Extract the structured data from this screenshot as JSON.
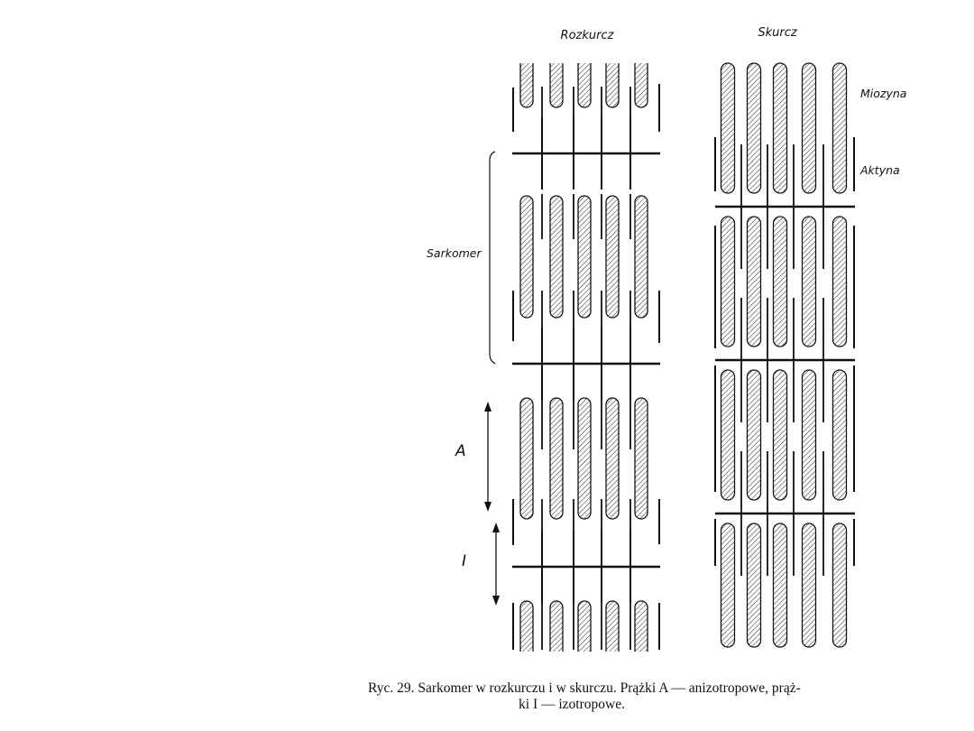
{
  "labels": {
    "relaxed": "Rozkurcz",
    "contracted": "Skurcz",
    "myosin": "Miozyna",
    "actin": "Aktyna",
    "sarcomere": "Sarkomer",
    "band_a": "A",
    "band_i": "I"
  },
  "caption": {
    "line1": "Ryc. 29. Sarkomer w rozkurczu i w skurczu. Prążki A — anizotropowe, prąż-",
    "line2": "ki I — izotropowe."
  }
}
